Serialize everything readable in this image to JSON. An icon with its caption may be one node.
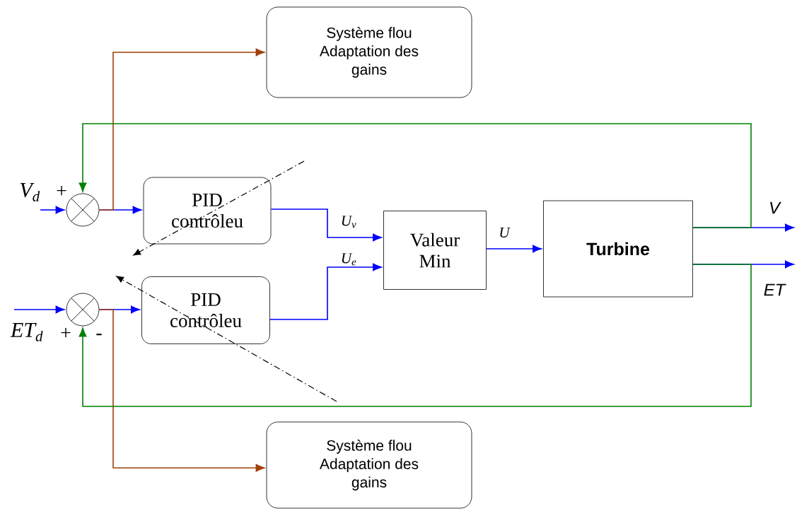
{
  "diagram": {
    "nodes": [
      {
        "text": [
          "Système  flou Adaptation des gains"
        ]
      },
      {
        "text": [],
        "shape": "circle"
      },
      {
        "text": [
          "PID contrôleu"
        ]
      },
      {
        "text": [
          "Valeur Min"
        ]
      },
      {
        "text": [
          "Turbine"
        ]
      },
      {
        "text": [],
        "shape": "circle"
      },
      {
        "text": [
          "PID contrôleu"
        ]
      },
      {
        "text": [
          "Système flou Adaptation des gains"
        ]
      }
    ],
    "edges": [
      {
        "from": null,
        "to": 1,
        "arrow": "to",
        "label": "V$_{d}$"
      },
      {
        "from": 1,
        "to": 2,
        "arrow": "to"
      },
      {
        "from": 1,
        "to": 0,
        "arrow": "to",
        "color": "#a0400a"
      },
      {
        "from": 2,
        "to": 3,
        "arrow": "to",
        "label": "U$_{v}$"
      },
      {
        "from": 6,
        "to": 3,
        "arrow": "to",
        "label": "U$_{e}$"
      },
      {
        "from": 3,
        "to": 4,
        "arrow": "to",
        "label": "U"
      },
      {
        "from": 4,
        "to": null,
        "arrow": "to",
        "label": "V"
      },
      {
        "from": 4,
        "to": null,
        "arrow": "to",
        "label": "ET"
      },
      {
        "from": 4,
        "to": 1,
        "arrow": "to",
        "color": "#008000"
      },
      {
        "from": null,
        "to": 5,
        "arrow": "to",
        "label": "ET$_{d}$"
      },
      {
        "from": 5,
        "to": 6,
        "arrow": "to"
      },
      {
        "from": 5,
        "to": 7,
        "arrow": "to",
        "color": "#a0400a"
      },
      {
        "from": 4,
        "to": 5,
        "arrow": "to",
        "color": "#008000"
      }
    ],
    "labels": [
      "+",
      "+",
      "-"
    ]
  }
}
